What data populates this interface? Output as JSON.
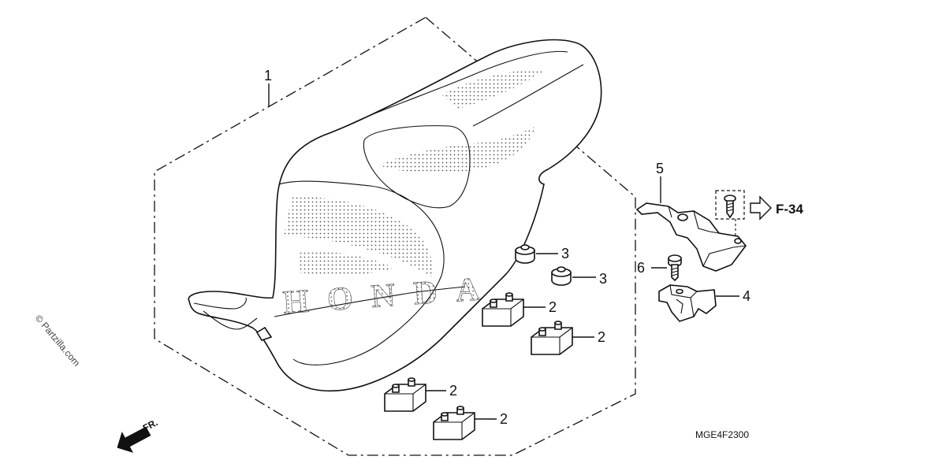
{
  "watermark": "© Partzilla.com",
  "direction_label": "FR.",
  "diagram_code": "MGE4F2300",
  "reference": "F-34",
  "seat_logo_text": "HONDA",
  "callouts": {
    "seat": "1",
    "rubber_2a": "2",
    "rubber_2b": "2",
    "rubber_2c": "2",
    "rubber_2d": "2",
    "cushion_3a": "3",
    "cushion_3b": "3",
    "catch": "4",
    "bracket": "5",
    "bolt": "6"
  }
}
